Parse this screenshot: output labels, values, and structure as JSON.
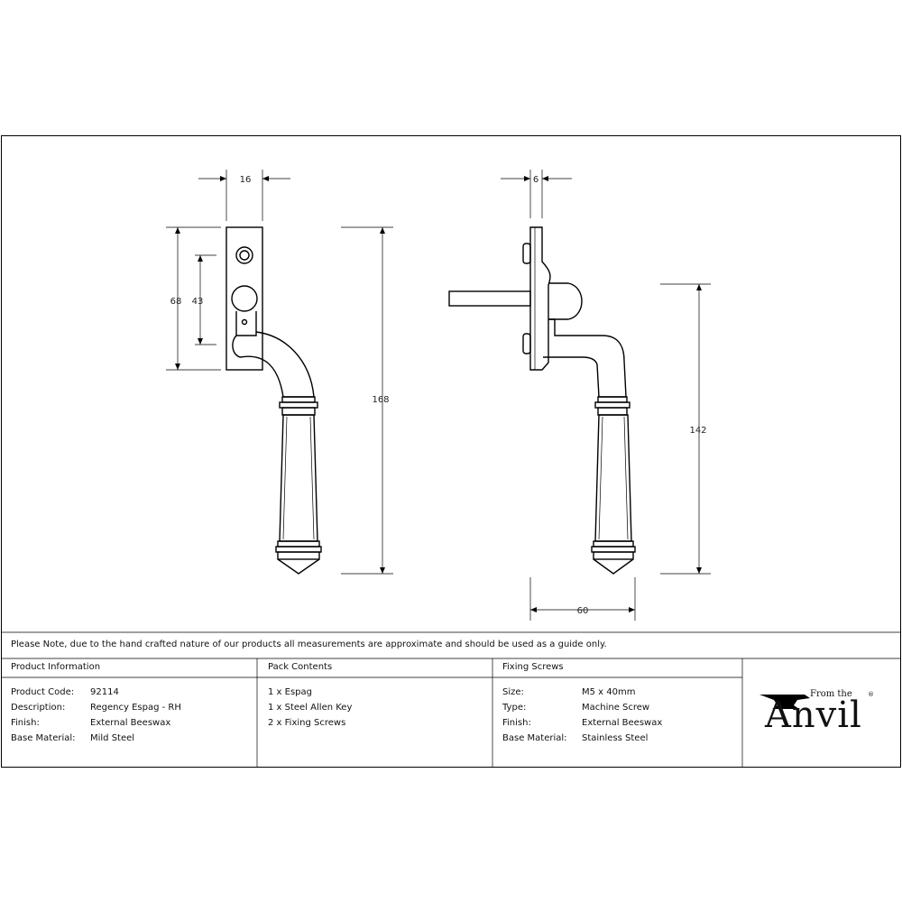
{
  "dimensions": {
    "front_width": "16",
    "plate_height": "68",
    "spindle_pitch": "43",
    "overall_height": "168",
    "side_depth": "6",
    "handle_height": "142",
    "projection": "60"
  },
  "note": "Please Note, due to the hand crafted nature of our products all measurements are approximate and should be used as a guide only.",
  "product_information": {
    "title": "Product Information",
    "rows": [
      {
        "label": "Product Code:",
        "value": "92114"
      },
      {
        "label": "Description:",
        "value": "Regency Espag - RH"
      },
      {
        "label": "Finish:",
        "value": "External Beeswax"
      },
      {
        "label": "Base Material:",
        "value": "Mild Steel"
      }
    ]
  },
  "pack_contents": {
    "title": "Pack Contents",
    "items": [
      "1 x Espag",
      "1 x Steel Allen Key",
      "2 x Fixing Screws"
    ]
  },
  "fixing_screws": {
    "title": "Fixing Screws",
    "rows": [
      {
        "label": "Size:",
        "value": "M5 x 40mm"
      },
      {
        "label": "Type:",
        "value": "Machine Screw"
      },
      {
        "label": "Finish:",
        "value": "External Beeswax"
      },
      {
        "label": "Base Material:",
        "value": "Stainless Steel"
      }
    ]
  },
  "logo": {
    "from": "From the",
    "word": "Anvil",
    "mark": "®"
  }
}
